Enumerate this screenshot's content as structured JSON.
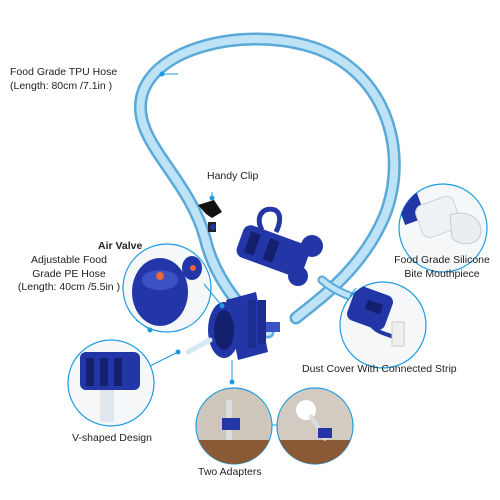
{
  "labels": {
    "tpu_hose_line1": "Food Grade TPU Hose",
    "tpu_hose_line2": "(Length: 80cm /7.1in )",
    "handy_clip": "Handy Clip",
    "air_valve": "Air Valve",
    "pe_hose_line1": "Adjustable Food",
    "pe_hose_line2": "Grade PE Hose",
    "pe_hose_line3": "(Length: 40cm /5.5in )",
    "mouthpiece_line1": "Food Grade Silicone",
    "mouthpiece_line2": "Bite Mouthpiece",
    "dust_cover": "Dust Cover With Connected Strip",
    "v_shaped": "V-shaped Design",
    "two_adapters": "Two Adapters"
  },
  "colors": {
    "hose": "#9fd1ee",
    "hose_edge": "#5aa9d8",
    "part_blue": "#2236a8",
    "part_blue_dark": "#141f6e",
    "leader": "#1e9be0",
    "valve_orange": "#e8663a",
    "mouthpiece": "#eef2f4"
  }
}
